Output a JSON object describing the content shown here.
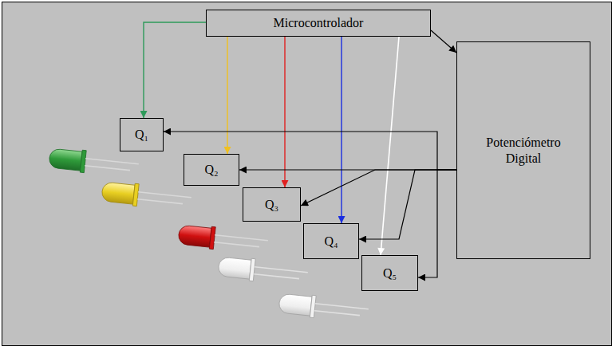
{
  "diagram": {
    "nodes": [
      {
        "text": [
          "Microcontrolador"
        ]
      },
      {
        "text": [
          "Q₁"
        ]
      },
      {
        "text": [
          "Q₂"
        ]
      },
      {
        "text": [
          "Q₃"
        ]
      },
      {
        "text": [
          "Q₄"
        ]
      },
      {
        "text": [
          "Q₅"
        ]
      },
      {
        "text": [
          "Potenciómetro Digital"
        ]
      }
    ],
    "edges": [
      {
        "from": 0,
        "to": 1,
        "arrow": "to"
      },
      {
        "from": 0,
        "to": 2,
        "arrow": "to"
      },
      {
        "from": 0,
        "to": 3,
        "arrow": "to"
      },
      {
        "from": 0,
        "to": 4,
        "arrow": "to"
      },
      {
        "from": 0,
        "to": 5,
        "arrow": "to"
      },
      {
        "from": 0,
        "to": 6,
        "arrow": "to"
      },
      {
        "from": 6,
        "to": 1,
        "arrow": "to"
      },
      {
        "from": 6,
        "to": 2,
        "arrow": "to"
      },
      {
        "from": 6,
        "to": 3,
        "arrow": "to"
      },
      {
        "from": 6,
        "to": 4,
        "arrow": "to"
      },
      {
        "from": 6,
        "to": 5,
        "arrow": "to"
      }
    ]
  }
}
